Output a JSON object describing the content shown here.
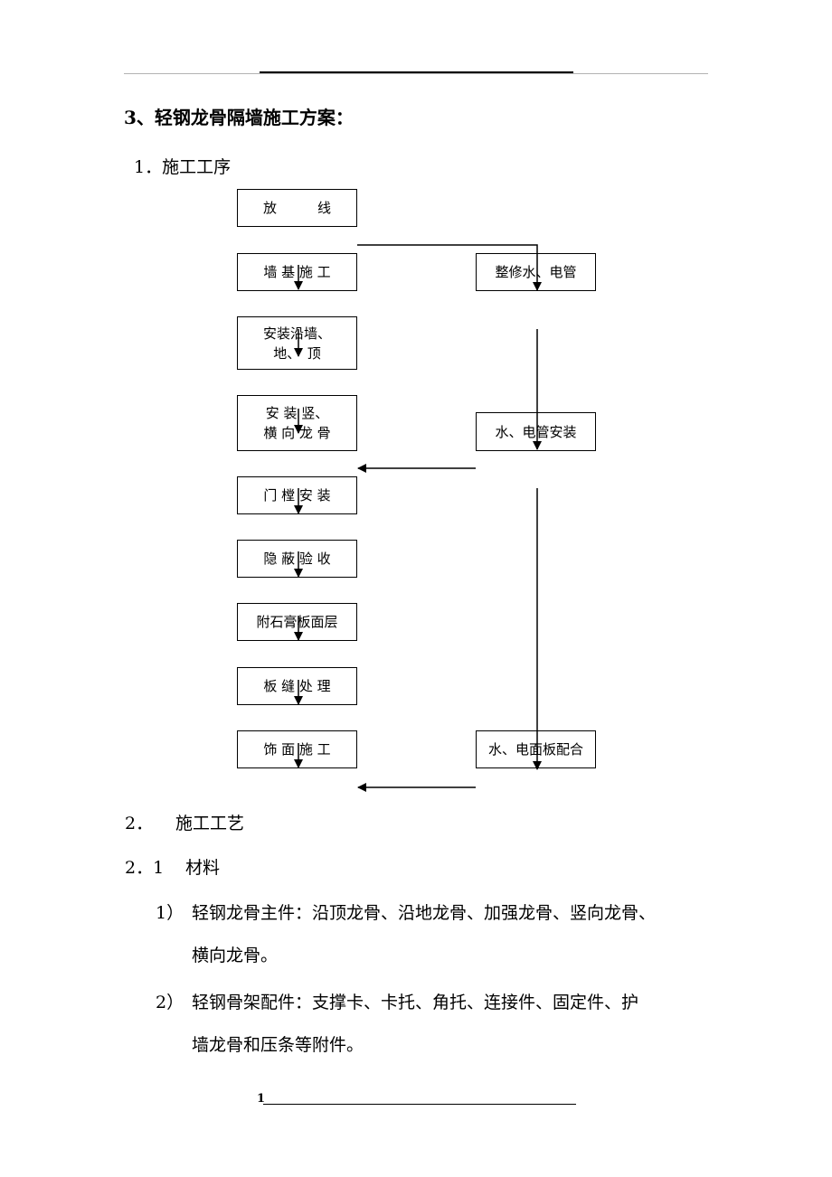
{
  "heading": "3、轻钢龙骨隔墙施工方案：",
  "section1": "1．施工工序",
  "flow": {
    "left": [
      "放　　　线",
      "墙 基 施 工",
      "安装沿墙、\n地、　顶",
      "安 装 竖、\n横 向 龙 骨",
      "门 樘 安 装",
      "隐 蔽 验 收",
      "附石膏板面层",
      "板 缝 处 理",
      "饰 面 施 工"
    ],
    "right": [
      "整修水、电管",
      "水、电管安装",
      "水、电面板配合"
    ]
  },
  "section2": {
    "num": "2．",
    "title": "施工工艺"
  },
  "section21": {
    "num": "2．1",
    "title": "材料"
  },
  "items": [
    {
      "num": "1）",
      "line1": "轻钢龙骨主件：沿顶龙骨、沿地龙骨、加强龙骨、竖向龙骨、",
      "line2": "横向龙骨。"
    },
    {
      "num": "2）",
      "line1": "轻钢骨架配件：支撑卡、卡托、角托、连接件、固定件、护",
      "line2": "墙龙骨和压条等附件。"
    }
  ],
  "footer": {
    "page": "1"
  }
}
